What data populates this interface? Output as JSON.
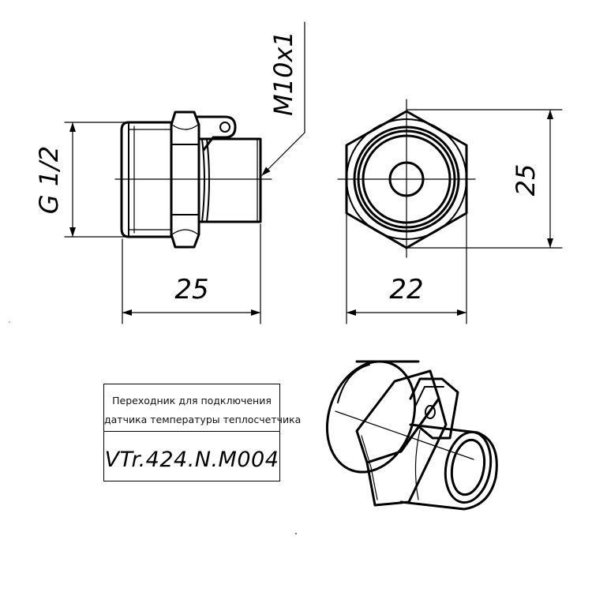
{
  "drawing": {
    "dimensions": {
      "thread_main": "G 1/2",
      "thread_side": "M10x1",
      "side_length": "25",
      "front_width": "22",
      "front_height": "25"
    },
    "title_block": {
      "description_line1": "Переходник для подключения",
      "description_line2": "датчика температуры теплосчетчика",
      "part_code": "VTr.424.N.M004"
    }
  }
}
